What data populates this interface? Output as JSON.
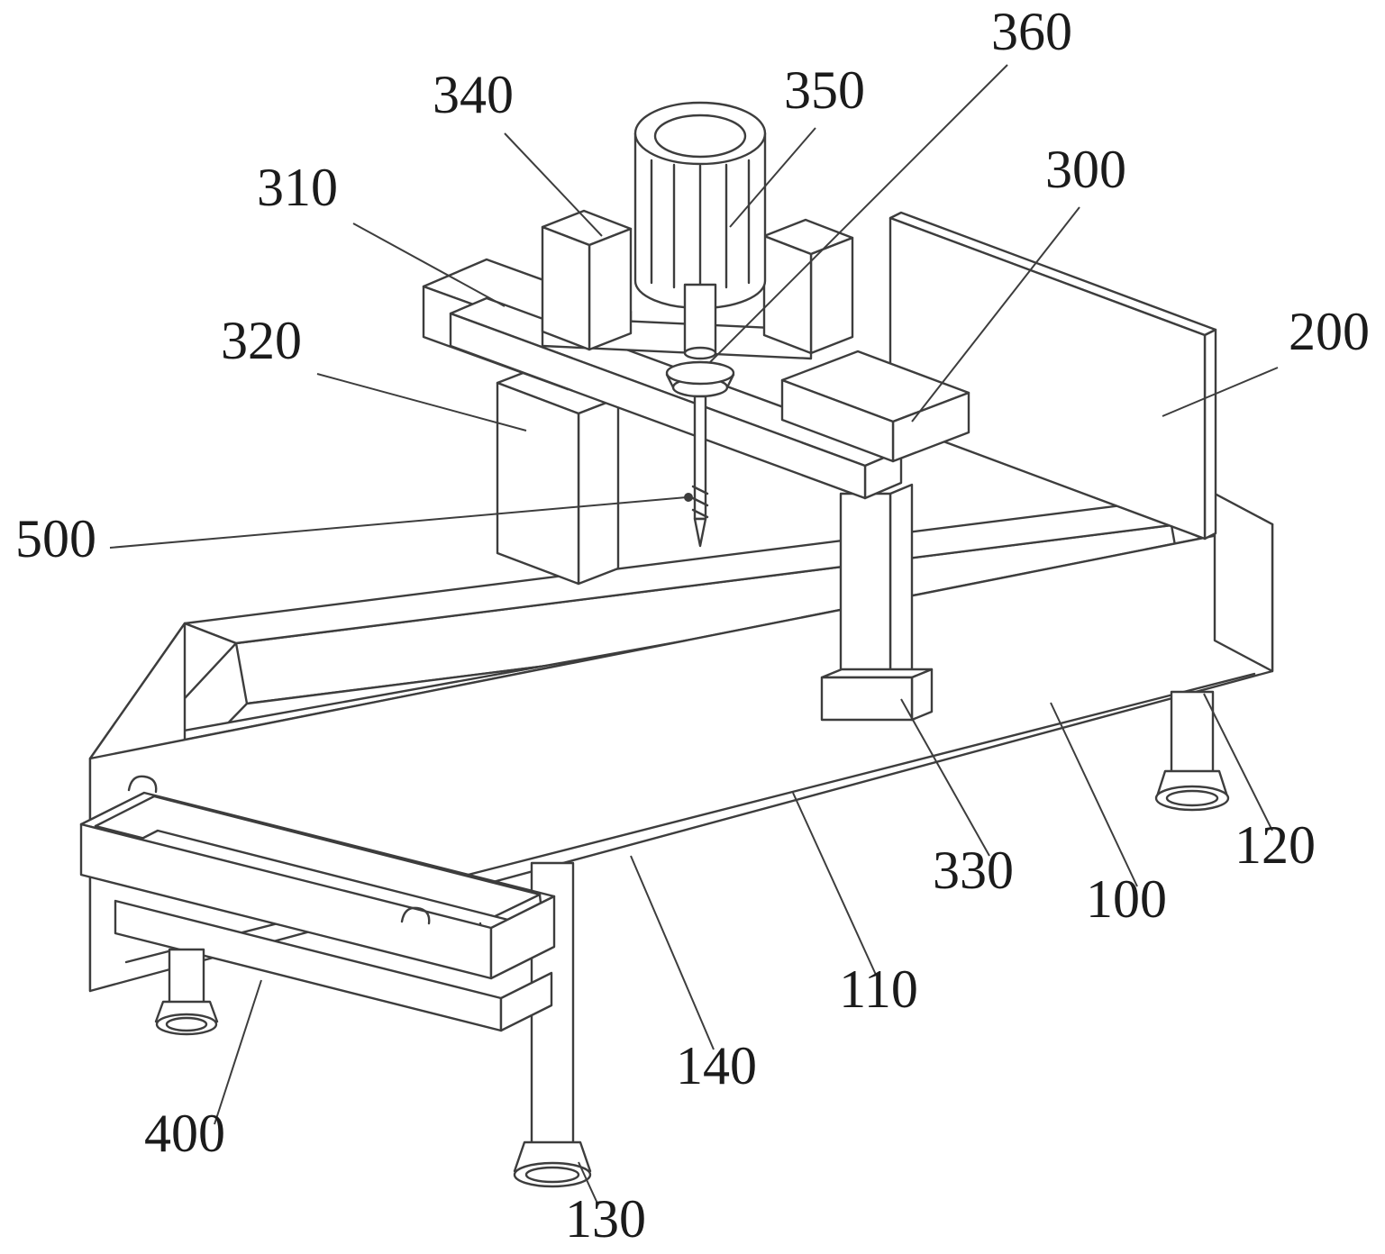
{
  "figure": {
    "kind": "patent-line-drawing",
    "view": "isometric",
    "background": "#ffffff",
    "stroke": "#3d3d3d",
    "label_color": "#1b1b1b"
  },
  "labels": [
    {
      "text": "340"
    },
    {
      "text": "350"
    },
    {
      "text": "360"
    },
    {
      "text": "310"
    },
    {
      "text": "300"
    },
    {
      "text": "320"
    },
    {
      "text": "200"
    },
    {
      "text": "500"
    },
    {
      "text": "330"
    },
    {
      "text": "100"
    },
    {
      "text": "120"
    },
    {
      "text": "110"
    },
    {
      "text": "140"
    },
    {
      "text": "400"
    },
    {
      "text": "130"
    }
  ]
}
